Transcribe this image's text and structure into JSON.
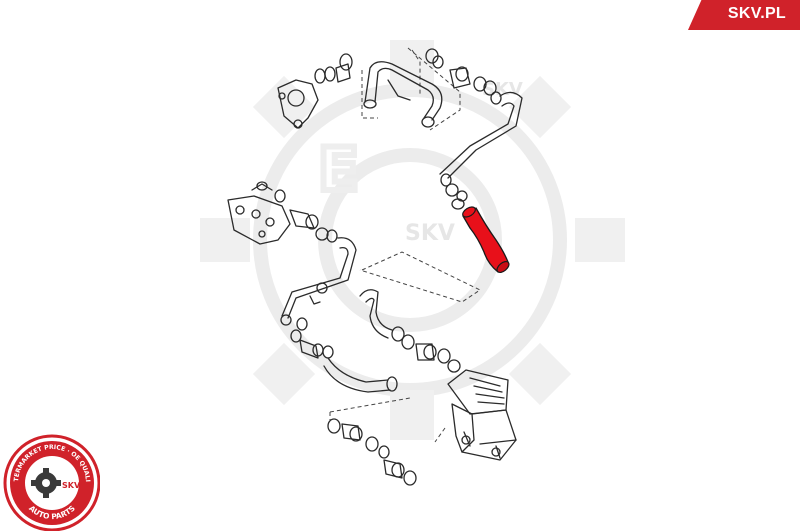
{
  "brand": {
    "label": "SKV.PL",
    "color": "#d0222a"
  },
  "seal": {
    "ring_text": "AFTERMARKET PRICE · OE QUALITY",
    "center_text": "SKV",
    "bottom_text": "AUTO PARTS",
    "color": "#d0222a"
  },
  "watermark": {
    "text": "SKV",
    "color": "#e9e9e9"
  },
  "diagram": {
    "line_color": "#2b2b2b",
    "highlight_color": "#e8101a",
    "highlighted_part": "intercooler-hose"
  }
}
